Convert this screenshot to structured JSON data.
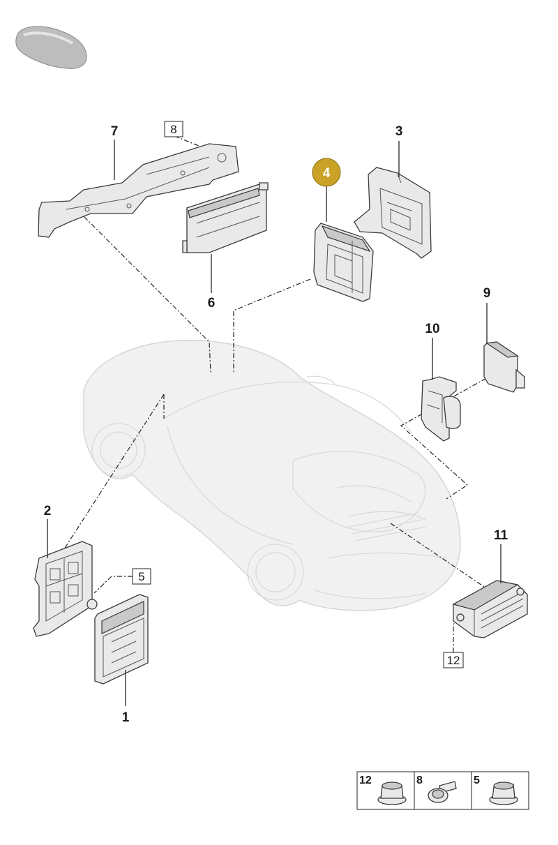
{
  "callouts": {
    "c1": "1",
    "c2": "2",
    "c3": "3",
    "c4": "4",
    "c6": "6",
    "c7": "7",
    "c9": "9",
    "c10": "10",
    "c11": "11"
  },
  "boxed_callouts": {
    "b8": "8",
    "b5": "5",
    "b12": "12"
  },
  "highlight": {
    "label": "4",
    "color": "#c9a227"
  },
  "fastener_table": [
    {
      "label": "12",
      "icon": "flange-nut-icon"
    },
    {
      "label": "8",
      "icon": "flange-bolt-icon"
    },
    {
      "label": "5",
      "icon": "flange-nut-icon"
    }
  ],
  "colors": {
    "thumbnail": "#b9b9b9",
    "highlight": "#c9a227"
  }
}
